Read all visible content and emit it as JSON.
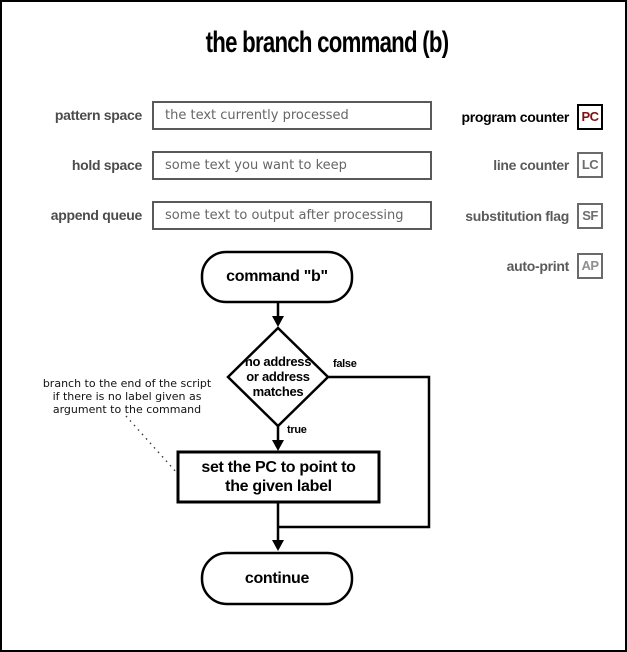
{
  "title": "the branch command (b)",
  "registers": {
    "left": [
      {
        "label": "pattern space",
        "value": "the text currently processed"
      },
      {
        "label": "hold space",
        "value": "some text you want to keep"
      },
      {
        "label": "append queue",
        "value": "some text to output after processing"
      }
    ],
    "right": [
      {
        "label": "program counter",
        "abbr": "PC"
      },
      {
        "label": "line counter",
        "abbr": "LC"
      },
      {
        "label": "substitution flag",
        "abbr": "SF"
      },
      {
        "label": "auto-print",
        "abbr": "AP"
      }
    ]
  },
  "flowchart": {
    "start": "command \"b\"",
    "decision": "no address\nor address\nmatches",
    "branch_false": "false",
    "branch_true": "true",
    "action": "set the PC to point to\nthe given label",
    "end": "continue",
    "annotation": "branch to the end of the script\nif there is no label given as\nargument to the command"
  },
  "colors": {
    "accent_maroon": "#7b1113",
    "label_gray": "#4c4c4c",
    "box_border_gray": "#59595b",
    "value_gray": "#666666",
    "muted_gray": "#8f8f8f",
    "line_black": "#000000"
  }
}
